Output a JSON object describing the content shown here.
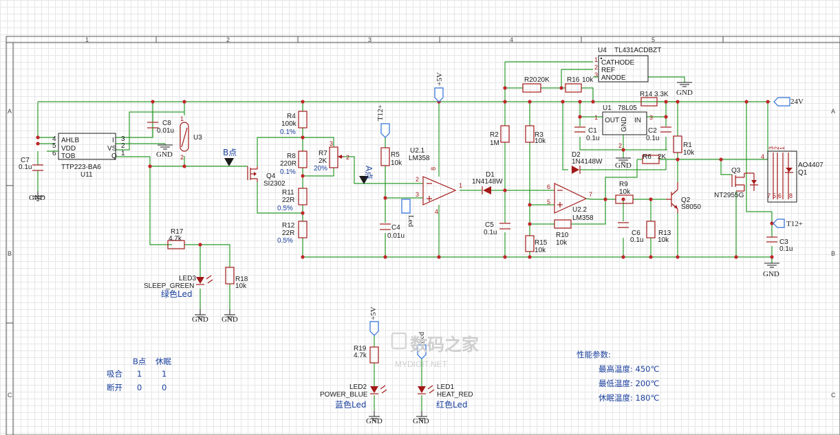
{
  "frame": {
    "columns": [
      "1",
      "2",
      "3",
      "4",
      "5"
    ],
    "rows": [
      "A",
      "B",
      "C"
    ]
  },
  "components": {
    "u11": {
      "pins": [
        "AHLB",
        "VDD",
        "TOB",
        "I",
        "VS",
        "Q"
      ],
      "pin_nums": [
        "4",
        "5",
        "6",
        "3",
        "2",
        "1"
      ],
      "part": "TTP223-BA6",
      "ref": "U11"
    },
    "c7": {
      "ref": "C7",
      "value": "0.1u"
    },
    "c8": {
      "ref": "C8",
      "value": "0.01u"
    },
    "u3": {
      "ref": "U3",
      "pin1": "1",
      "pin2": "2"
    },
    "q4": {
      "ref": "Q4",
      "part": "SI2302"
    },
    "r4": {
      "ref": "R4",
      "value": "100k",
      "tol": "0.1%"
    },
    "r8": {
      "ref": "R8",
      "value": "220R",
      "tol": "0.1%"
    },
    "r11": {
      "ref": "R11",
      "value": "22R",
      "tol": "0.5%"
    },
    "r12": {
      "ref": "R12",
      "value": "22R",
      "tol": "0.5%"
    },
    "r7": {
      "ref": "R7",
      "value": "2K",
      "pct": "20%",
      "pin3": "3",
      "pin2": "2"
    },
    "r17": {
      "ref": "R17",
      "value": "4.7k"
    },
    "r18": {
      "ref": "R18",
      "value": "10k"
    },
    "led3": {
      "ref": "LED3",
      "part": "SLEEP_GREEN",
      "cn": "绿色Led"
    },
    "r5": {
      "ref": "R5",
      "value": "10k"
    },
    "c4": {
      "ref": "C4",
      "value": "0.01u"
    },
    "u21": {
      "ref": "U2.1",
      "part": "LM358",
      "pin2": "2",
      "pin3": "3",
      "pin1": "1",
      "pin8": "8",
      "pin4": "4"
    },
    "d1": {
      "ref": "D1",
      "part": "1N4148W"
    },
    "r2": {
      "ref": "R2",
      "value": "1M"
    },
    "r3": {
      "ref": "R3",
      "value": "10k"
    },
    "c5": {
      "ref": "C5",
      "value": "0.1u"
    },
    "r15": {
      "ref": "R15",
      "value": "10k"
    },
    "r20": {
      "ref": "R20",
      "value": "20K"
    },
    "r16": {
      "ref": "R16",
      "value": "10k"
    },
    "u4": {
      "ref": "U4",
      "part": "TL431ACDBZT",
      "pins": [
        "CATHODE",
        "REF",
        "ANODE"
      ],
      "pin_nums": [
        "1",
        "2",
        "3"
      ]
    },
    "u1": {
      "ref": "U1",
      "part": "78L05",
      "out": "OUT",
      "in": "IN",
      "gnd": "GND",
      "pin1": "1",
      "pin3": "3",
      "pin2": "2"
    },
    "c1": {
      "ref": "C1",
      "value": "0.1u"
    },
    "c2": {
      "ref": "C2",
      "value": "0.1u"
    },
    "r14": {
      "ref": "R14",
      "value": "3.3K"
    },
    "d2": {
      "ref": "D2",
      "part": "1N4148W"
    },
    "u22": {
      "ref": "U2.2",
      "part": "LM358",
      "pin6": "6",
      "pin5": "5",
      "pin7": "7"
    },
    "r10": {
      "ref": "R10",
      "value": "10k"
    },
    "r9": {
      "ref": "R9",
      "value": "10k"
    },
    "r6": {
      "ref": "R6",
      "value": "2K"
    },
    "r1": {
      "ref": "R1",
      "value": "10k"
    },
    "q2": {
      "ref": "Q2",
      "part": "S8050"
    },
    "c6": {
      "ref": "C6",
      "value": "0.1u"
    },
    "r13": {
      "ref": "R13",
      "value": "10k"
    },
    "q3": {
      "ref": "Q3",
      "part": "NT2955G"
    },
    "q1": {
      "ref": "Q1",
      "part": "AO4407",
      "pins": [
        "4",
        "3",
        "2",
        "1",
        "5",
        "6",
        "7",
        "8"
      ]
    },
    "c3": {
      "ref": "C3",
      "value": "0.1u"
    },
    "r19": {
      "ref": "R19",
      "value": "4.7k"
    },
    "led2": {
      "ref": "LED2",
      "part": "POWER_BLUE",
      "cn": "蓝色Led"
    },
    "led1": {
      "ref": "LED1",
      "part": "HEAT_RED",
      "cn": "红色Led"
    }
  },
  "nets": {
    "gnd": "GND",
    "v5": "+5V",
    "t12": "T12+",
    "v24": "24V",
    "led": "Led",
    "point_a": "A点",
    "point_b": "B点"
  },
  "truth_table": {
    "headers": [
      "",
      "B点",
      "休眠"
    ],
    "rows": [
      [
        "吸合",
        "1",
        "1"
      ],
      [
        "断开",
        "0",
        "0"
      ]
    ]
  },
  "specs": {
    "title": "性能参数:",
    "lines": [
      "最高温度: 450℃",
      "最低温度: 200℃",
      "休眠温度: 180℃"
    ]
  },
  "watermark": {
    "main": "数码之家",
    "sub": "MYDIGIT.NET"
  },
  "colors": {
    "wire": "#2a9b2a",
    "part": "#a31818",
    "net_flag": "#2d6eda",
    "annotation": "#1a3f9e",
    "junction": "#c0262a"
  }
}
